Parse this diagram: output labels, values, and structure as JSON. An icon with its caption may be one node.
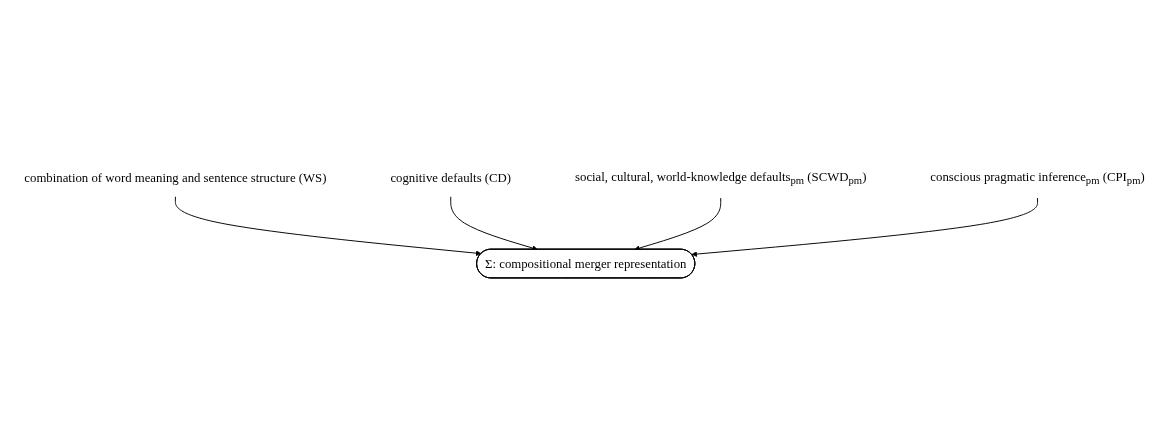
{
  "diagram": {
    "nodes": [
      {
        "text": [
          "combination of word meaning and sentence structure (WS)"
        ]
      },
      {
        "text": [
          "cognitive defaults (CD)"
        ]
      },
      {
        "text": [
          "Σ: compositional merger representation"
        ]
      },
      {
        "text": [
          "social, cultural, world-knowledge defaults$_{pm}$ (SCWD$_{pm}$)"
        ]
      },
      {
        "text": [
          "conscious pragmatic inference$_{pm}$ (CPI$_{pm}$)"
        ]
      }
    ],
    "edges": [
      {
        "from": 0,
        "to": 2,
        "arrow": "to"
      },
      {
        "from": 1,
        "to": 2,
        "arrow": "to"
      },
      {
        "from": 3,
        "to": 2,
        "arrow": "to"
      },
      {
        "from": 4,
        "to": 2,
        "arrow": "to"
      }
    ]
  }
}
